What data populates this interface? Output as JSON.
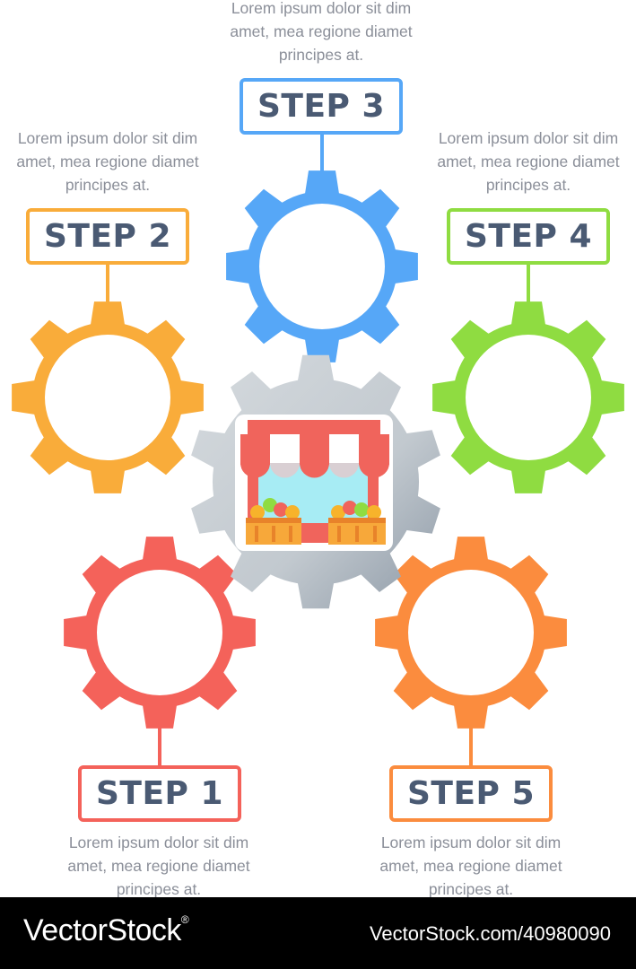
{
  "steps": [
    {
      "label": "STEP 1",
      "color": "#f4625a",
      "desc": [
        "Lorem ipsum dolor sit dim",
        "amet, mea regione diamet",
        "principes at."
      ]
    },
    {
      "label": "STEP 2",
      "color": "#f9ac3a",
      "desc": [
        "Lorem ipsum dolor sit dim",
        "amet, mea regione diamet",
        "principes at."
      ]
    },
    {
      "label": "STEP 3",
      "color": "#56a7f7",
      "desc": [
        "Lorem ipsum dolor sit dim",
        "amet, mea regione diamet",
        "principes at."
      ]
    },
    {
      "label": "STEP 4",
      "color": "#8fdc41",
      "desc": [
        "Lorem ipsum dolor sit dim",
        "amet, mea regione diamet",
        "principes at."
      ]
    },
    {
      "label": "STEP 5",
      "color": "#fb8c3e",
      "desc": [
        "Lorem ipsum dolor sit dim",
        "amet, mea regione diamet",
        "principes at."
      ]
    }
  ],
  "center": {
    "icon": "market-stall-icon",
    "gear_color": "#c4ccd3"
  },
  "footer": {
    "brand": "VectorStock",
    "brand_mark": "®",
    "url": "VectorStock.com/40980090"
  }
}
